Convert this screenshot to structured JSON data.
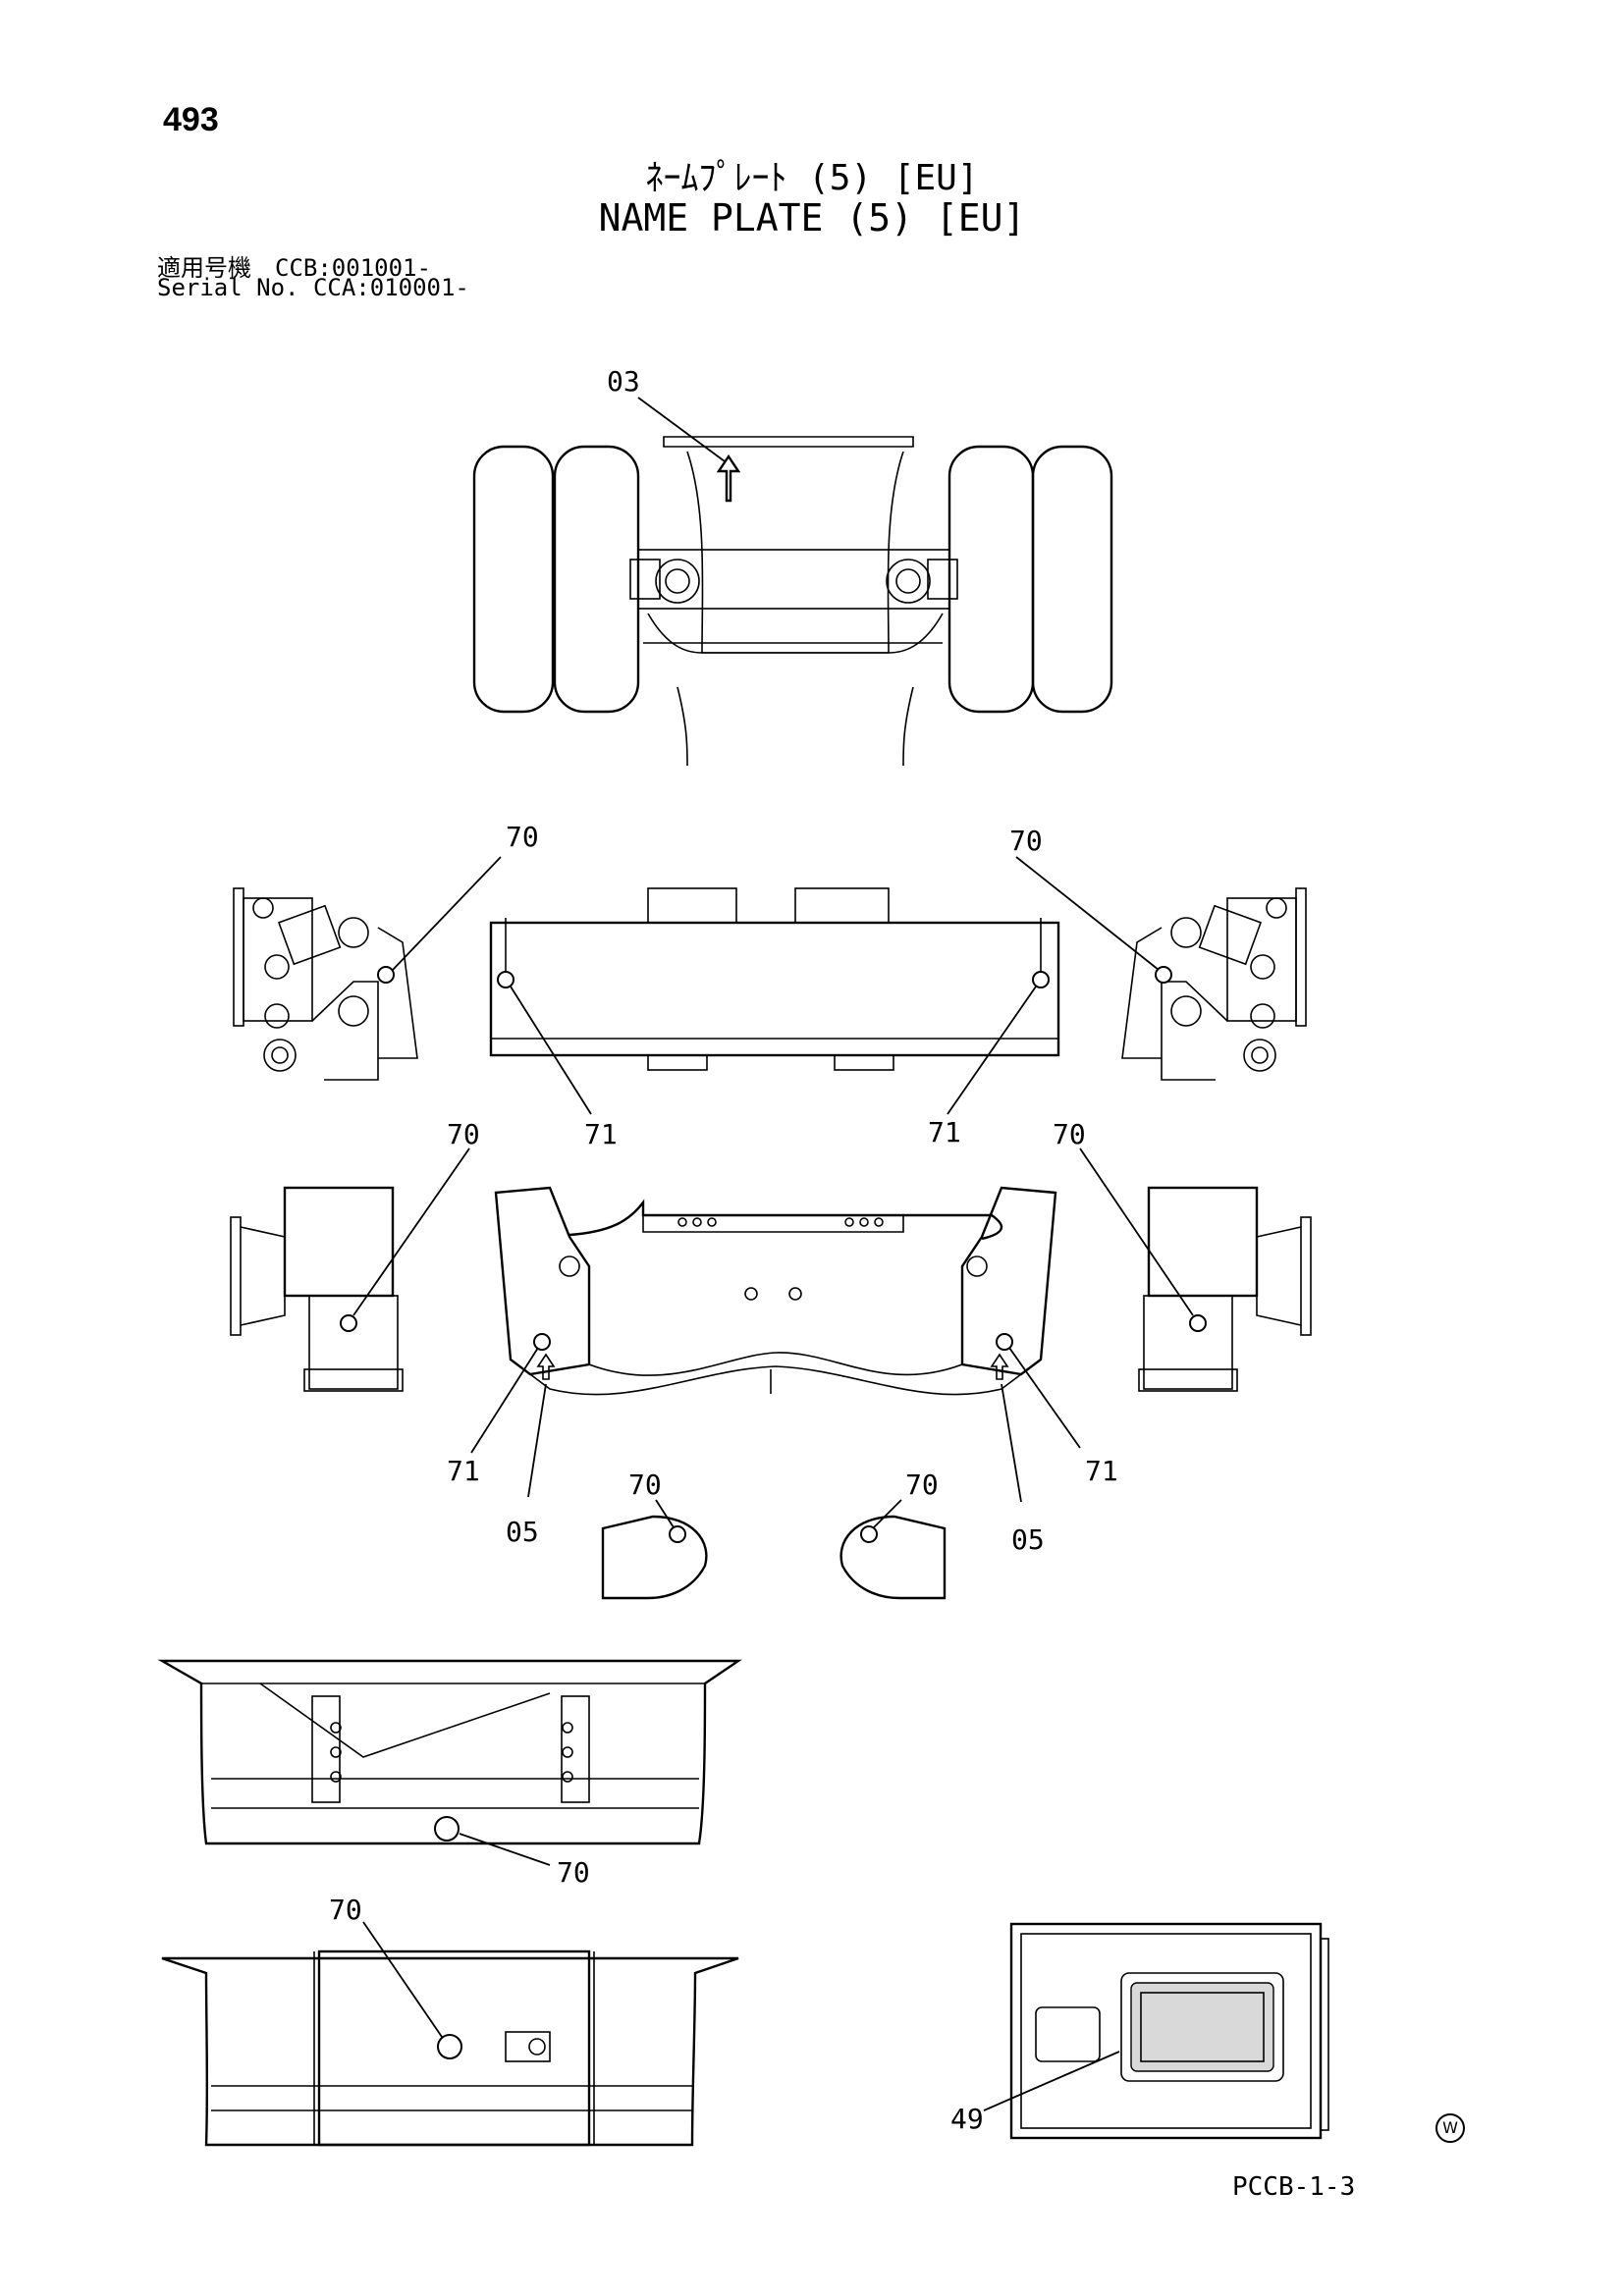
{
  "page_number": "493",
  "title_jp": "ﾈｰﾑﾌﾟﾚｰﾄ (5) [EU]",
  "title_en": "NAME PLATE (5) [EU]",
  "serial_line1": "適用号機　CCB:001001-",
  "serial_line2": "Serial No. CCA:010001-",
  "footer_code": "PCCB-1-3",
  "w_mark": "W",
  "callouts": [
    "03",
    "70",
    "70",
    "71",
    "71",
    "70",
    "70",
    "71",
    "05",
    "71",
    "05",
    "70",
    "70",
    "70",
    "70",
    "49"
  ]
}
